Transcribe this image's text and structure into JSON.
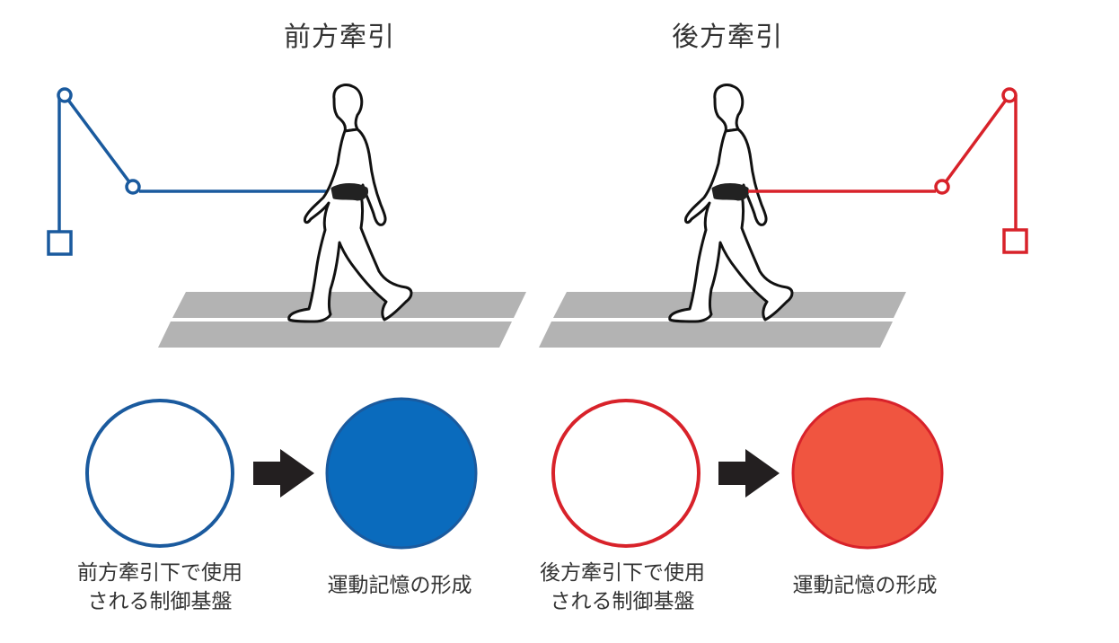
{
  "panels": [
    {
      "title": "前方牽引",
      "color": "#1a5a9e",
      "circle_before_caption": [
        "前方牽引下で使用",
        "される制御基盤"
      ],
      "circle_after_caption": [
        "運動記憶の形成"
      ],
      "fill_color": "#0a6bbd"
    },
    {
      "title": "後方牽引",
      "color": "#d8222a",
      "circle_before_caption": [
        "後方牽引下で使用",
        "される制御基盤"
      ],
      "circle_after_caption": [
        "運動記憶の形成"
      ],
      "fill_color": "#f05540"
    }
  ],
  "treadmill_color": "#b3b3b3",
  "arrow_color": "#231f20"
}
